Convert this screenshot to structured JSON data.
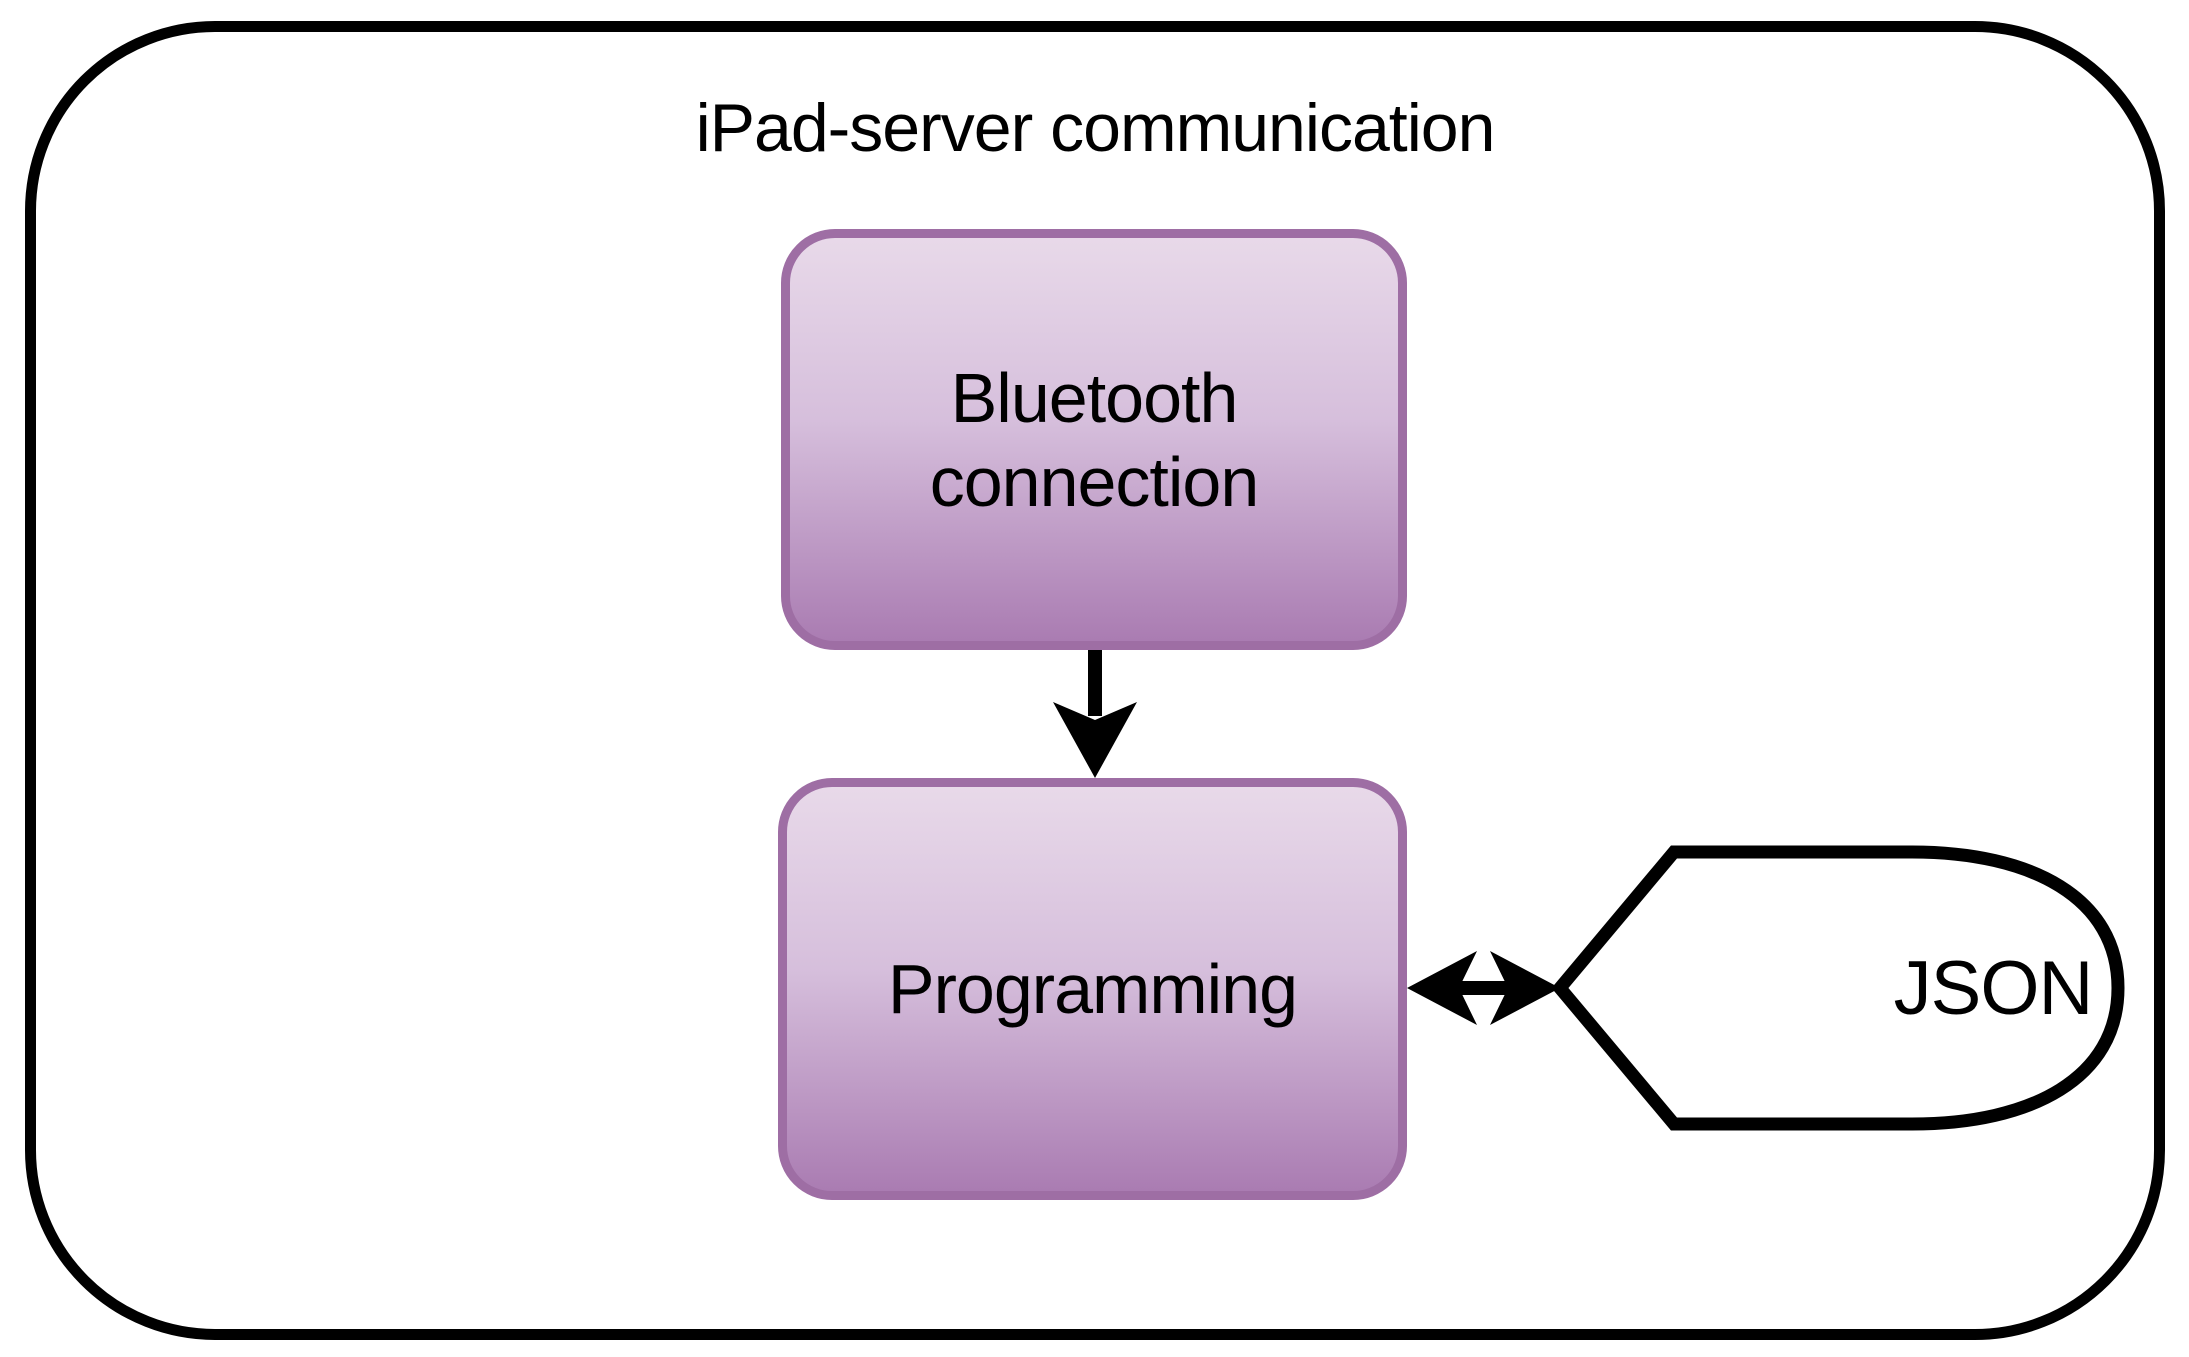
{
  "diagram": {
    "title": "iPad-server communication",
    "nodes": {
      "bluetooth": {
        "label": "Bluetooth connection",
        "shape": "rounded-process"
      },
      "programming": {
        "label": "Programming",
        "shape": "rounded-process"
      },
      "json": {
        "label": "JSON",
        "shape": "pointed-data"
      }
    },
    "edges": [
      {
        "from": "Bluetooth connection",
        "to": "Programming",
        "arrow": "single-down"
      },
      {
        "from": "Programming",
        "to": "JSON",
        "arrow": "double-headed-horizontal"
      }
    ]
  },
  "colors": {
    "canvas-bg": "#ffffff",
    "outline": "#000000",
    "node-border": "#9e6ea4",
    "node-fill-top": "#e8d9e9",
    "node-fill-mid": "#d6bfdc",
    "node-fill-bottom": "#aa7cb2",
    "node-text": "#000000",
    "connector": "#000000",
    "data-shape-fill": "#ffffff"
  }
}
